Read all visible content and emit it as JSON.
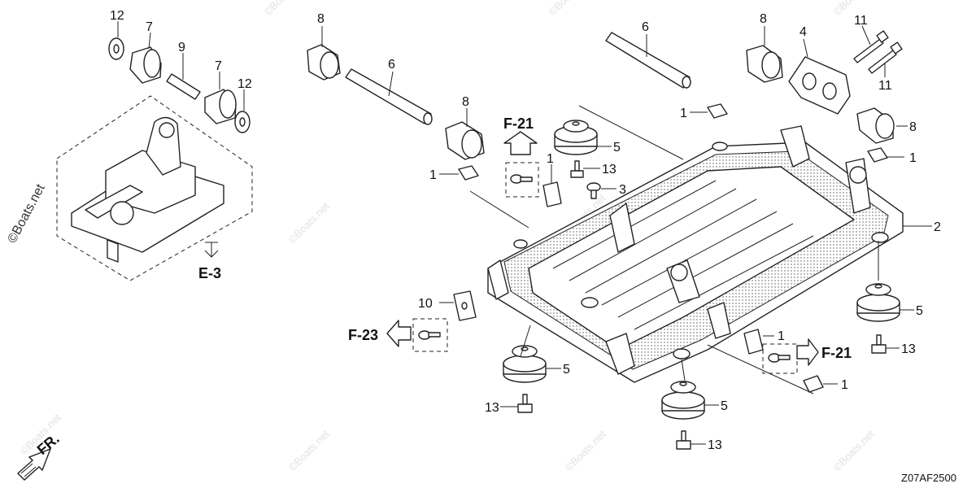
{
  "diagram_code": "Z07AF2500",
  "watermark_copyright": "©Boats.net",
  "watermark_faint": "©Boats.net",
  "references": {
    "e3": "E-3",
    "f21_top": "F-21",
    "f21_right": "F-21",
    "f23": "F-23",
    "front": "FR."
  },
  "callouts": {
    "c12a": "12",
    "c7a": "7",
    "c9": "9",
    "c7b": "7",
    "c12b": "12",
    "c8a": "8",
    "c6a": "6",
    "c8b": "8",
    "c6b": "6",
    "c8c": "8",
    "c4": "4",
    "c11a": "11",
    "c11b": "11",
    "c8d": "8",
    "c1a": "1",
    "c5a": "5",
    "c1b": "1",
    "c13a": "13",
    "c3": "3",
    "c1c": "1",
    "c2": "2",
    "c5b": "5",
    "c13b": "13",
    "c10": "10",
    "c5c": "5",
    "c13c": "13",
    "c5d": "5",
    "c13d": "13",
    "c1d": "1",
    "c1e": "1"
  }
}
